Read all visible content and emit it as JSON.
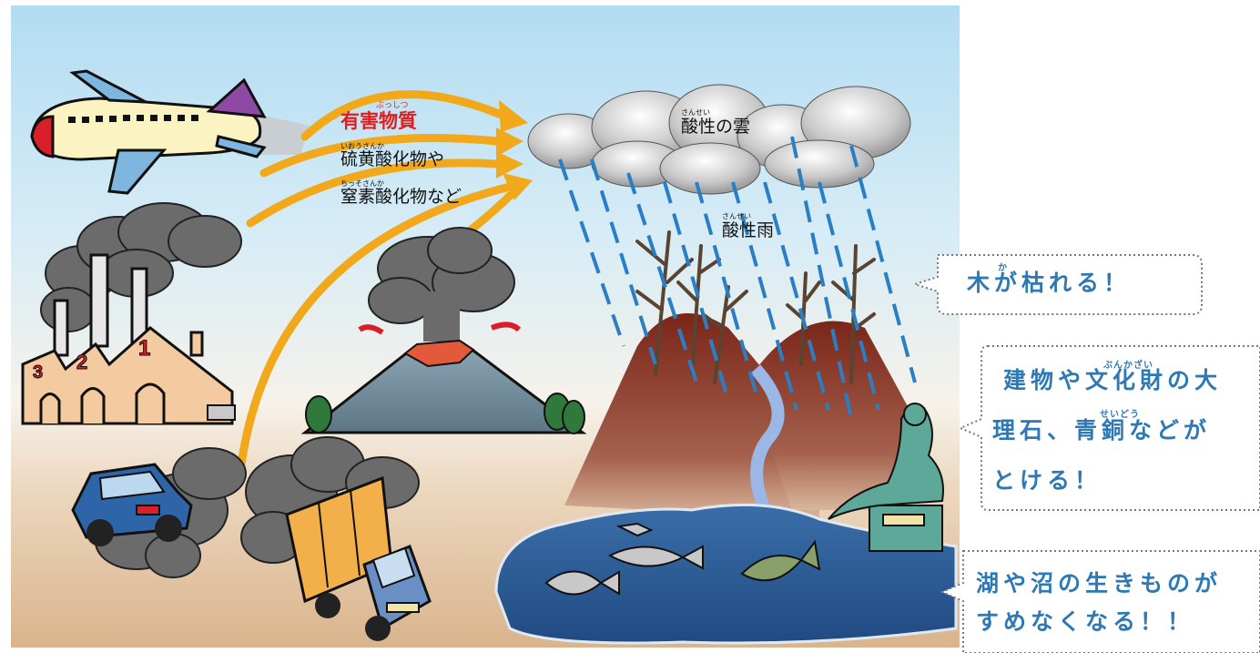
{
  "labels": {
    "harmful": "有害物質",
    "harmful_ruby": "ぶっしつ",
    "sulfur": "硫黄酸化物や",
    "sulfur_ruby": "いおうさんか",
    "nitrogen": "窒素酸化物など",
    "nitrogen_ruby": "ちっそさんか",
    "acid_cloud": "酸性の雲",
    "acid_cloud_ruby": "さんせい",
    "acid_rain": "酸性雨",
    "acid_rain_ruby": "さんせい"
  },
  "callouts": {
    "trees": {
      "text": "木が枯れる！",
      "ruby": "か"
    },
    "buildings": {
      "line1": "建物や文化財の大",
      "line2": "理石、青銅などが",
      "line3": "とける！",
      "ruby1": "ぶんかざい",
      "ruby2": "せいどう"
    },
    "lakes": {
      "line1": "湖や沼の生きものが",
      "line2": "すめなくなる！！"
    }
  },
  "factory_numbers": [
    "1",
    "2",
    "3"
  ],
  "colors": {
    "sky_top": "#b2dcf2",
    "ground": "#dcbb97",
    "arrow": "#f2a81b",
    "harmful_text": "#e01e1e",
    "callout_text": "#2e79b3",
    "rain": "#2a7fc4",
    "mountain": "#7a2d22",
    "lake": "#2f5f98"
  }
}
